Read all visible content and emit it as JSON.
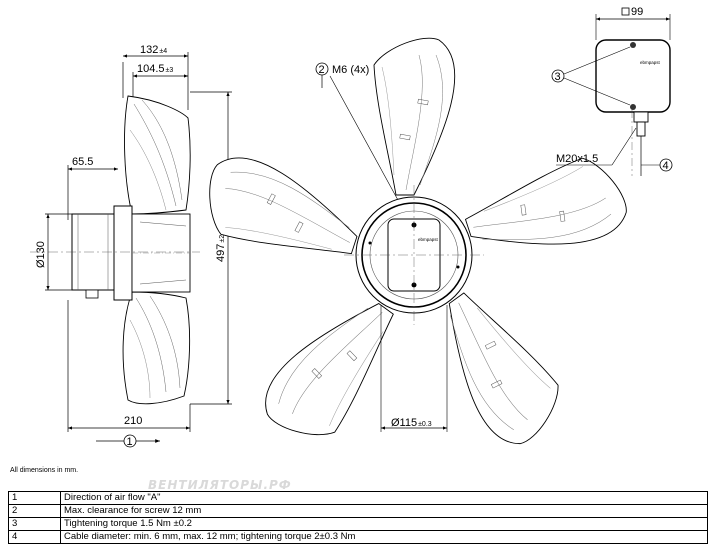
{
  "dimensions": {
    "side_width_132": "132",
    "side_width_132_tol": "±4",
    "side_width_104": "104.5",
    "side_width_104_tol": "±3",
    "motor_65": "65.5",
    "diameter_130": "Ø130",
    "diameter_497": "497",
    "diameter_497_tol": "±2",
    "bottom_210": "210",
    "hub_115": "Ø115",
    "hub_115_tol": "±0.3",
    "screw_m6": "M6 (4x)",
    "box_99": "99",
    "cable_gland": "M20x1.5"
  },
  "callouts": {
    "c1": "1",
    "c2": "2",
    "c3": "3",
    "c4": "4"
  },
  "labels": {
    "brand_box": "ebmpapst",
    "brand_hub": "ebmpapst",
    "all_dims": "All dimensions in mm.",
    "watermark": "ВЕНТИЛЯТОРЫ.РФ"
  },
  "legend": [
    {
      "num": "1",
      "text": "Direction of air flow \"A\""
    },
    {
      "num": "2",
      "text": "Max. clearance for screw 12 mm"
    },
    {
      "num": "3",
      "text": "Tightening torque 1.5 Nm ±0.2"
    },
    {
      "num": "4",
      "text": "Cable diameter: min. 6 mm, max. 12 mm; tightening torque 2±0.3 Nm"
    }
  ]
}
